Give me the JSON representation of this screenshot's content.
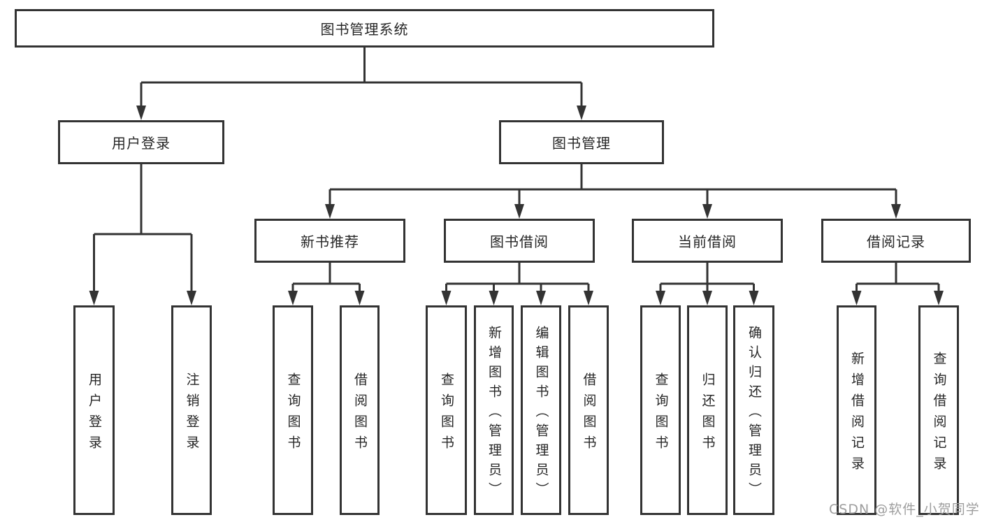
{
  "colors": {
    "line": "#333333",
    "box_border": "#333333",
    "box_fill": "#ffffff",
    "text": "#262626",
    "watermark": "#9e9e9e",
    "background": "#ffffff"
  },
  "watermark": "CSDN @软件_小贺同学",
  "tree": {
    "root": "图书管理系统",
    "branches": [
      {
        "label": "用户登录",
        "children": [
          "用户登录",
          "注销登录"
        ]
      },
      {
        "label": "图书管理",
        "groups": [
          {
            "label": "新书推荐",
            "children": [
              "查询图书",
              "借阅图书"
            ]
          },
          {
            "label": "图书借阅",
            "children": [
              "查询图书",
              "新增图书（管理员）",
              "编辑图书（管理员）",
              "借阅图书"
            ]
          },
          {
            "label": "当前借阅",
            "children": [
              "查询图书",
              "归还图书",
              "确认归还（管理员）"
            ]
          },
          {
            "label": "借阅记录",
            "children": [
              "新增借阅记录",
              "查询借阅记录"
            ]
          }
        ]
      }
    ]
  }
}
